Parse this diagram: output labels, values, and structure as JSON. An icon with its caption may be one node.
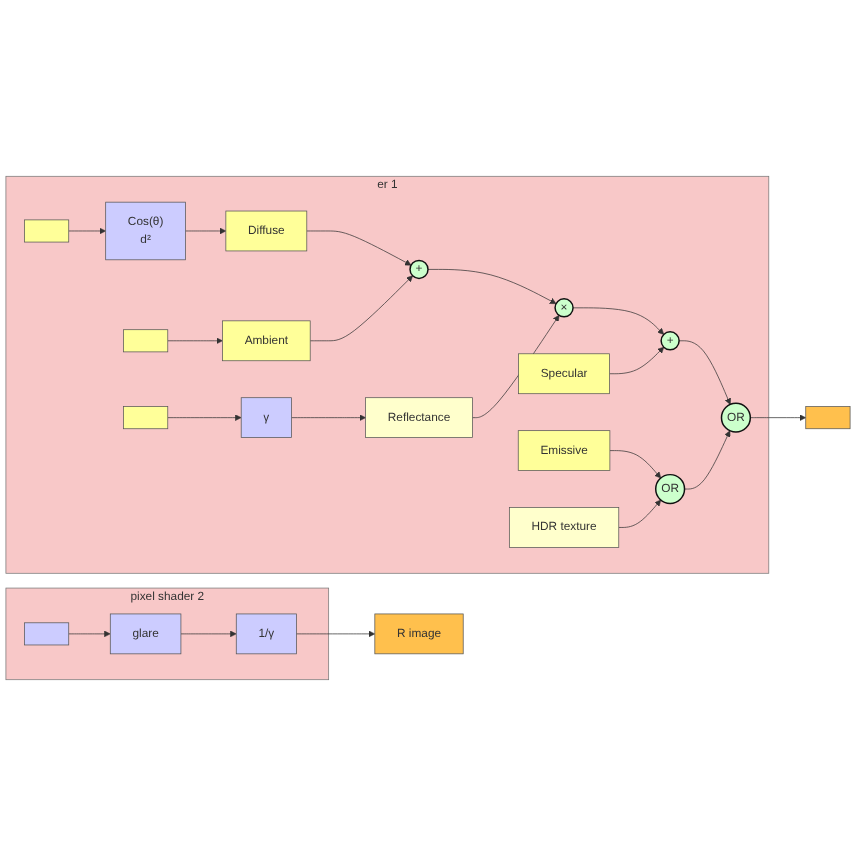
{
  "diagram": {
    "nodes": [
      {
        "text": [
          "er 1"
        ]
      },
      {
        "text": [],
        "shape": "box",
        "in": 0
      },
      {
        "text": [
          "Cos(θ)",
          "d²"
        ],
        "in": 0
      },
      {
        "text": [
          "Diffuse"
        ],
        "in": 0
      },
      {
        "text": [],
        "shape": "box",
        "in": 0
      },
      {
        "text": [
          "Ambient"
        ],
        "in": 0
      },
      {
        "text": [],
        "shape": "box",
        "in": 0
      },
      {
        "text": [
          "γ"
        ],
        "in": 0
      },
      {
        "text": [
          "Reflectance"
        ],
        "in": 0
      },
      {
        "text": [
          "Specular"
        ],
        "in": 0
      },
      {
        "text": [
          "Emissive"
        ],
        "in": 0
      },
      {
        "text": [
          "HDR texture"
        ],
        "in": 0
      },
      {
        "text": [
          "+"
        ],
        "in": 0
      },
      {
        "text": [
          "×"
        ],
        "in": 0
      },
      {
        "text": [
          "+"
        ],
        "in": 0
      },
      {
        "text": [
          "OR"
        ],
        "in": 0
      },
      {
        "text": [
          "OR"
        ],
        "in": 0
      },
      {
        "text": [],
        "shape": "box"
      },
      {
        "text": [
          "pixel shader 2"
        ]
      },
      {
        "text": [],
        "shape": "box",
        "in": 18
      },
      {
        "text": [
          "glare"
        ],
        "in": 18
      },
      {
        "text": [
          "1/γ"
        ],
        "in": 18
      },
      {
        "text": [
          "R image"
        ]
      }
    ],
    "edges": [
      {
        "from": 1,
        "to": 2,
        "arrow": "to"
      },
      {
        "from": 2,
        "to": 3,
        "arrow": "to"
      },
      {
        "from": 4,
        "to": 5,
        "arrow": "to"
      },
      {
        "from": 6,
        "to": 7,
        "arrow": "to"
      },
      {
        "from": 7,
        "to": 8,
        "arrow": "to"
      },
      {
        "from": 3,
        "to": 12,
        "arrow": "to"
      },
      {
        "from": 5,
        "to": 12,
        "arrow": "to"
      },
      {
        "from": 12,
        "to": 13,
        "arrow": "to"
      },
      {
        "from": 8,
        "to": 13,
        "arrow": "to"
      },
      {
        "from": 13,
        "to": 14,
        "arrow": "to"
      },
      {
        "from": 9,
        "to": 14,
        "arrow": "to"
      },
      {
        "from": 14,
        "to": 15,
        "arrow": "to"
      },
      {
        "from": 10,
        "to": 16,
        "arrow": "to"
      },
      {
        "from": 11,
        "to": 16,
        "arrow": "to"
      },
      {
        "from": 16,
        "to": 15,
        "arrow": "to"
      },
      {
        "from": 15,
        "to": 17,
        "arrow": "to"
      },
      {
        "from": 19,
        "to": 20,
        "arrow": "to"
      },
      {
        "from": 20,
        "to": 21,
        "arrow": "to"
      },
      {
        "from": 21,
        "to": 22,
        "arrow": "to"
      }
    ]
  }
}
